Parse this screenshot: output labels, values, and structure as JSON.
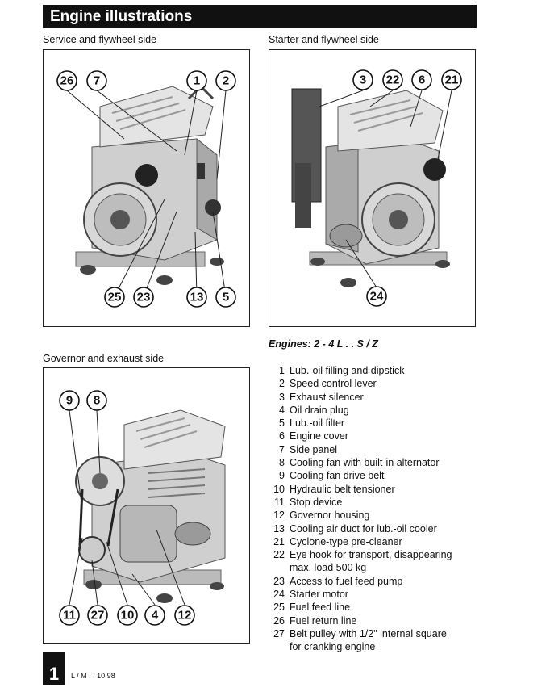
{
  "page_title": "Engine illustrations",
  "figures": [
    {
      "caption": "Service and flywheel side",
      "callouts": [
        "26",
        "7",
        "1",
        "2",
        "25",
        "23",
        "13",
        "5"
      ]
    },
    {
      "caption": "Starter and flywheel side",
      "callouts": [
        "3",
        "22",
        "6",
        "21",
        "24"
      ]
    },
    {
      "caption": "Governor and exhaust side",
      "callouts": [
        "9",
        "8",
        "11",
        "27",
        "10",
        "4",
        "12"
      ]
    }
  ],
  "engines_label": "Engines: 2 - 4 L . . S / Z",
  "legend": [
    {
      "num": "1",
      "text": "Lub.-oil filling and dipstick"
    },
    {
      "num": "2",
      "text": "Speed control lever"
    },
    {
      "num": "3",
      "text": "Exhaust silencer"
    },
    {
      "num": "4",
      "text": "Oil drain plug"
    },
    {
      "num": "5",
      "text": "Lub.-oil filter"
    },
    {
      "num": "6",
      "text": "Engine cover"
    },
    {
      "num": "7",
      "text": "Side panel"
    },
    {
      "num": "8",
      "text": "Cooling fan with built-in alternator"
    },
    {
      "num": "9",
      "text": "Cooling fan drive belt"
    },
    {
      "num": "10",
      "text": "Hydraulic belt tensioner"
    },
    {
      "num": "11",
      "text": "Stop device"
    },
    {
      "num": "12",
      "text": "Governor housing"
    },
    {
      "num": "13",
      "text": "Cooling air duct for lub.-oil cooler"
    },
    {
      "num": "21",
      "text": "Cyclone-type pre-cleaner"
    },
    {
      "num": "22",
      "text": "Eye hook for transport, disappearing"
    },
    {
      "num": "",
      "text": "max. load 500 kg"
    },
    {
      "num": "23",
      "text": "Access to fuel feed pump"
    },
    {
      "num": "24",
      "text": "Starter motor"
    },
    {
      "num": "25",
      "text": "Fuel feed line"
    },
    {
      "num": "26",
      "text": "Fuel return line"
    },
    {
      "num": "27",
      "text": "Belt pulley with 1/2\" internal square"
    },
    {
      "num": "",
      "text": "for cranking engine"
    }
  ],
  "page_number": "1",
  "footer_code": "L / M . . 10.98"
}
